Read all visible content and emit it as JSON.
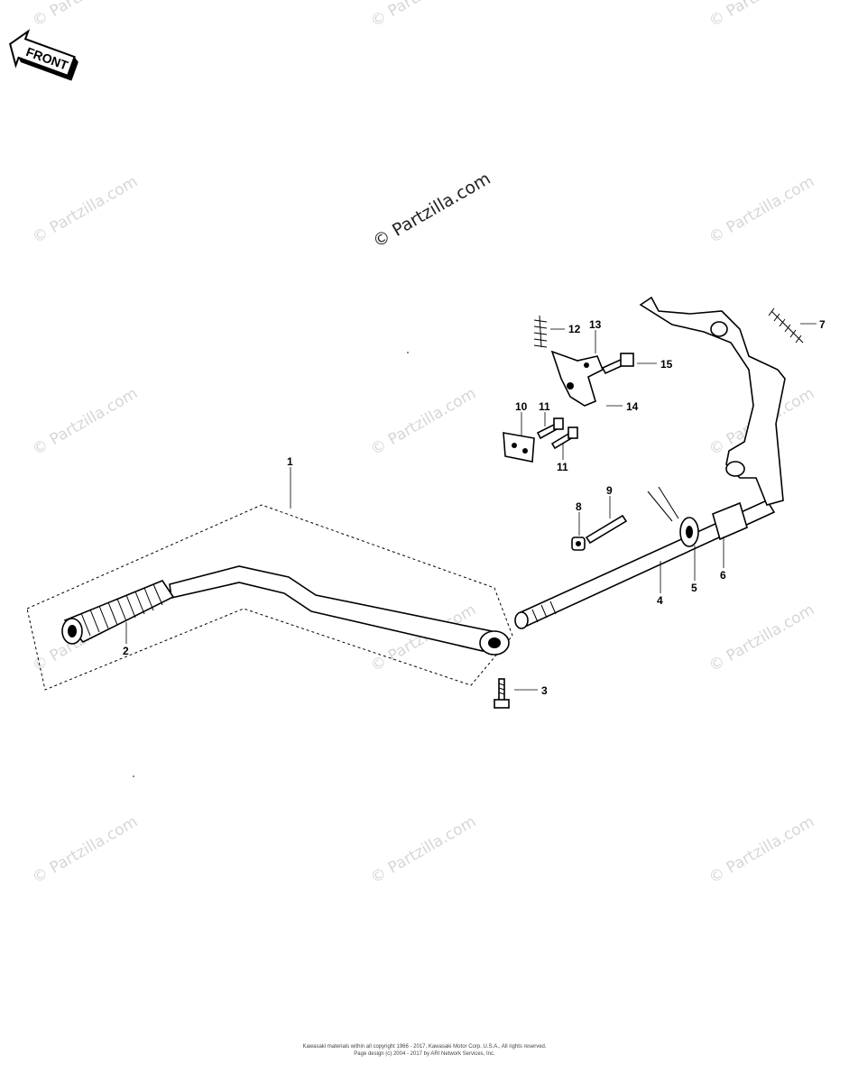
{
  "watermark": {
    "text": "© Partzilla.com",
    "main_text": "© Partzilla.com"
  },
  "front_badge": {
    "label": "FRONT"
  },
  "callouts": [
    "1",
    "2",
    "3",
    "4",
    "5",
    "6",
    "7",
    "8",
    "9",
    "10",
    "11",
    "11",
    "12",
    "13",
    "14",
    "15"
  ],
  "footer": {
    "line1": "Kawasaki materials within all copyright 1966 - 2017, Kawasaki Motor Corp. U.S.A., All rights reserved.",
    "line2": "Page design (c) 2004 - 2017 by ARI Network Services, Inc."
  }
}
